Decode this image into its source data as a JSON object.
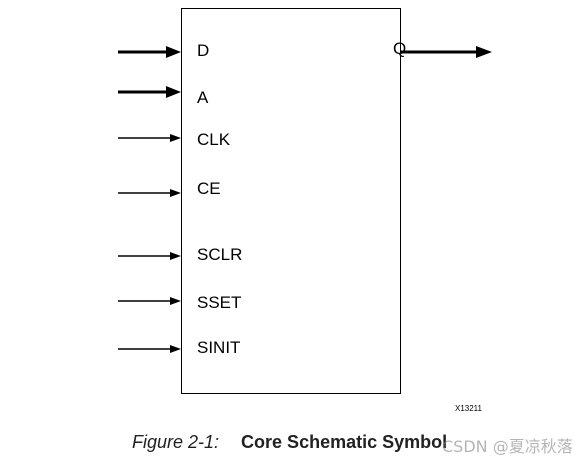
{
  "block": {
    "inputs": [
      "D",
      "A",
      "CLK",
      "CE",
      "SCLR",
      "SSET",
      "SINIT"
    ],
    "output": "Q"
  },
  "ref_id": "X13211",
  "caption": {
    "figure_number": "Figure 2-1:",
    "title": "Core Schematic Symbol"
  },
  "watermark": "CSDN @夏凉秋落"
}
